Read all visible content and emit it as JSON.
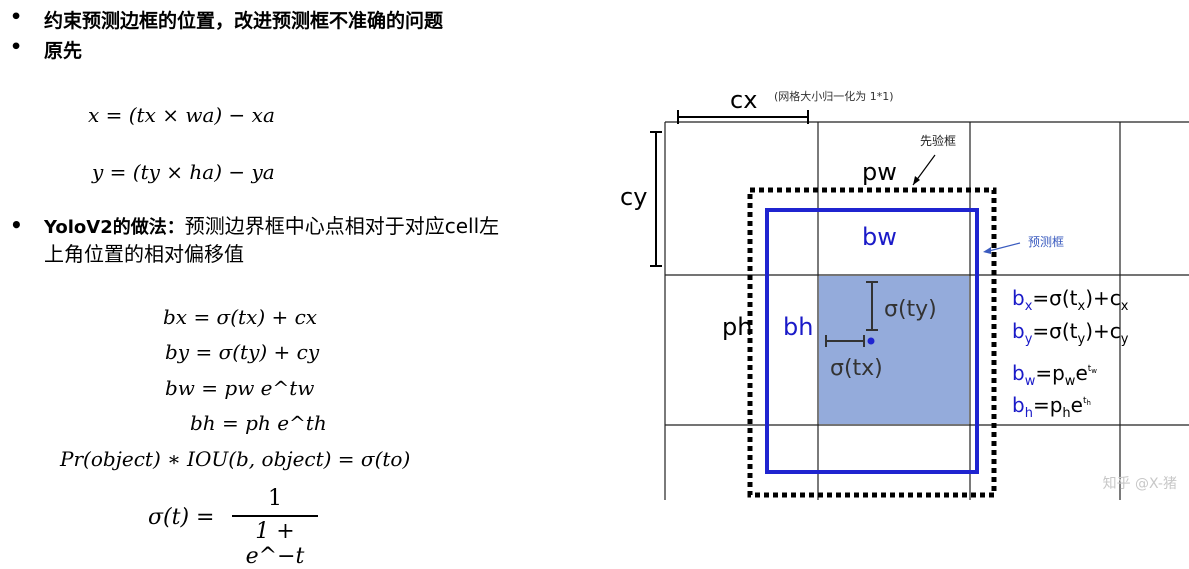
{
  "bullets": [
    {
      "symbol": "•",
      "text": "约束预测边框的位置，改进预测框不准确的问题"
    },
    {
      "symbol": "•",
      "text": "原先"
    }
  ],
  "original_equations": {
    "x": "x = (tx × wa) − xa",
    "y": "y = (ty × ha) − ya"
  },
  "yolov2": {
    "symbol": "•",
    "title": "YoloV2的做法：",
    "description_line1": "预测边界框中心点相对于对应cell左",
    "description_line2": "上角位置的相对偏移值"
  },
  "yolo_equations": {
    "bx": "bx = σ(tx) + cx",
    "by": "by = σ(ty) + cy",
    "bw": "bw = pw e^tw",
    "bh": "bh = ph e^th",
    "pr": "Pr(object) ∗ IOU(b, object) = σ(to)",
    "sigma_lhs": "σ(t) =",
    "sigma_num": "1",
    "sigma_den": "1 + e^−t"
  },
  "diagram": {
    "cx_label": "cx",
    "cx_note": "(网格大小归一化为 1*1)",
    "cy_label": "cy",
    "anchor_label": "先验框",
    "pred_label": "预测框",
    "pw_label": "pw",
    "ph_label": "ph",
    "bw_label": "bw",
    "bh_label": "bh",
    "sigma_ty": "σ(ty)",
    "sigma_tx": "σ(tx)",
    "formulas": [
      "bx=σ(tx)+cx",
      "by=σ(ty)+cy",
      "bw=pwetw",
      "bh=pheth"
    ],
    "colors": {
      "blue": "#1f24d0",
      "fill": "#8ea6d9",
      "text_blue": "#1a1ac8"
    }
  },
  "watermark": "知乎 @X-猪"
}
